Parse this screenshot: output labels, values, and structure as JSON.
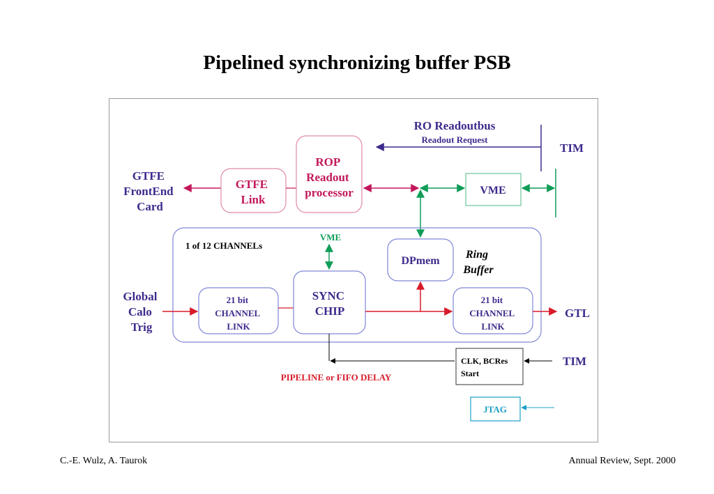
{
  "title": "Pipelined synchronizing buffer PSB",
  "footer": {
    "left": "C.-E. Wulz, A. Taurok",
    "right": "Annual Review, Sept. 2000"
  },
  "labels": {
    "ro_readoutbus": "RO Readoutbus",
    "readout_request": "Readout Request",
    "tim_top": "TIM",
    "gtfe_card": [
      "GTFE",
      "FrontEnd",
      "Card"
    ],
    "gtfe_link": [
      "GTFE",
      "Link"
    ],
    "rop": [
      "ROP",
      "Readout",
      "processor"
    ],
    "vme_box": "VME",
    "channels": "1 of 12 CHANNELs",
    "vme_small": "VME",
    "dpmem": "DPmem",
    "ring_buffer": [
      "Ring",
      "Buffer"
    ],
    "global_calo": [
      "Global",
      "Calo",
      "Trig"
    ],
    "in_link": [
      "21 bit",
      "CHANNEL",
      "LINK"
    ],
    "sync_chip": [
      "SYNC",
      "CHIP"
    ],
    "out_link": [
      "21 bit",
      "CHANNEL",
      "LINK"
    ],
    "gtl": "GTL",
    "clk": [
      "CLK, BCRes",
      "Start"
    ],
    "tim_bottom": "TIM",
    "pipeline": "PIPELINE or FIFO DELAY",
    "jtag": "JTAG"
  },
  "colors": {
    "purple": "#3f2a8c",
    "magenta": "#c2185b",
    "red": "#d81b2a",
    "green": "#0f9d58",
    "cyan": "#1a9fc4",
    "box_blue": "#7f86d6",
    "box_pink": "#e08aa6",
    "box_green": "#6cc49a"
  }
}
